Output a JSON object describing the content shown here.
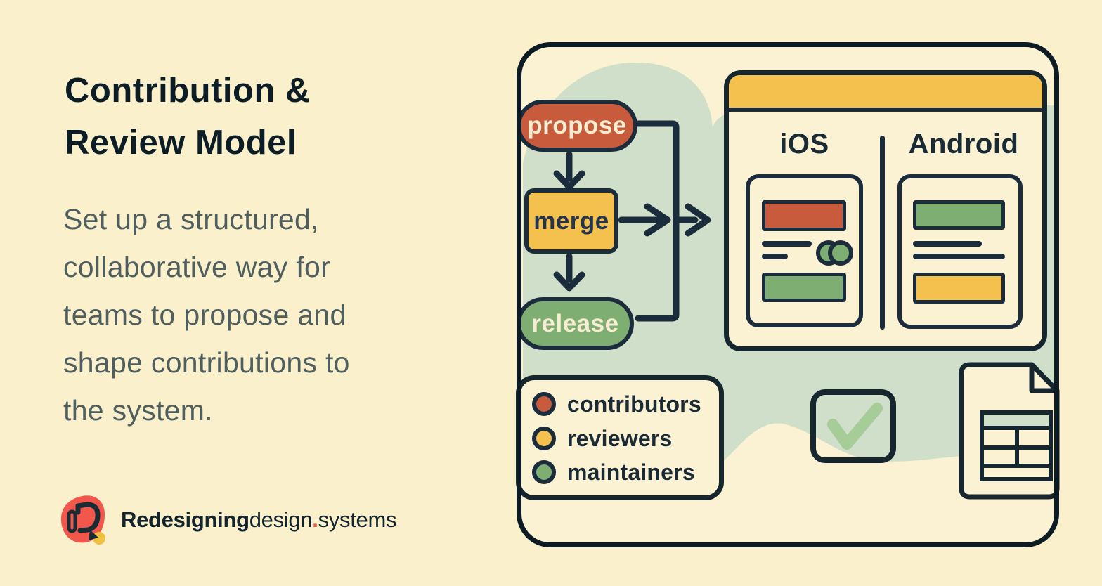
{
  "colors": {
    "background": "#FAF0CC",
    "panel_fill": "#FBF2D4",
    "ink": "#1B2C3C",
    "panel_border": "#0C1B24",
    "accent_red": "#C75B3B",
    "accent_yellow": "#F4C14F",
    "accent_green": "#7FAE72",
    "blob_green": "#CFDFCA",
    "check_green": "#A6CC98",
    "cream_text": "#F6EDD2",
    "logo_red": "#F2574C",
    "logo_yellow": "#EFC13D"
  },
  "intro": {
    "title_lines": [
      "Contribution &",
      "Review Model"
    ],
    "description_lines": [
      "Set up a structured,",
      "collaborative way for",
      "teams to propose and",
      "shape contributions to",
      "the system."
    ],
    "brand": {
      "bold": "Redesigning",
      "light": "design",
      "dot": ".",
      "tail": "systems"
    }
  },
  "flow": {
    "nodes": [
      {
        "label": "propose",
        "color": "#C75B3B"
      },
      {
        "label": "merge",
        "color": "#F4C14F"
      },
      {
        "label": "release",
        "color": "#7FAE72"
      }
    ]
  },
  "window": {
    "header_color": "#F4C14F",
    "columns": [
      {
        "label": "iOS"
      },
      {
        "label": "Android"
      }
    ]
  },
  "legend": {
    "items": [
      {
        "label": "contributors",
        "color": "#C75B3B"
      },
      {
        "label": "reviewers",
        "color": "#F4C14F"
      },
      {
        "label": "maintainers",
        "color": "#7FAE72"
      }
    ]
  },
  "icons": {
    "logo": "pencil-blob-logo",
    "checkbox": "checkmark",
    "document": "spreadsheet-file"
  }
}
